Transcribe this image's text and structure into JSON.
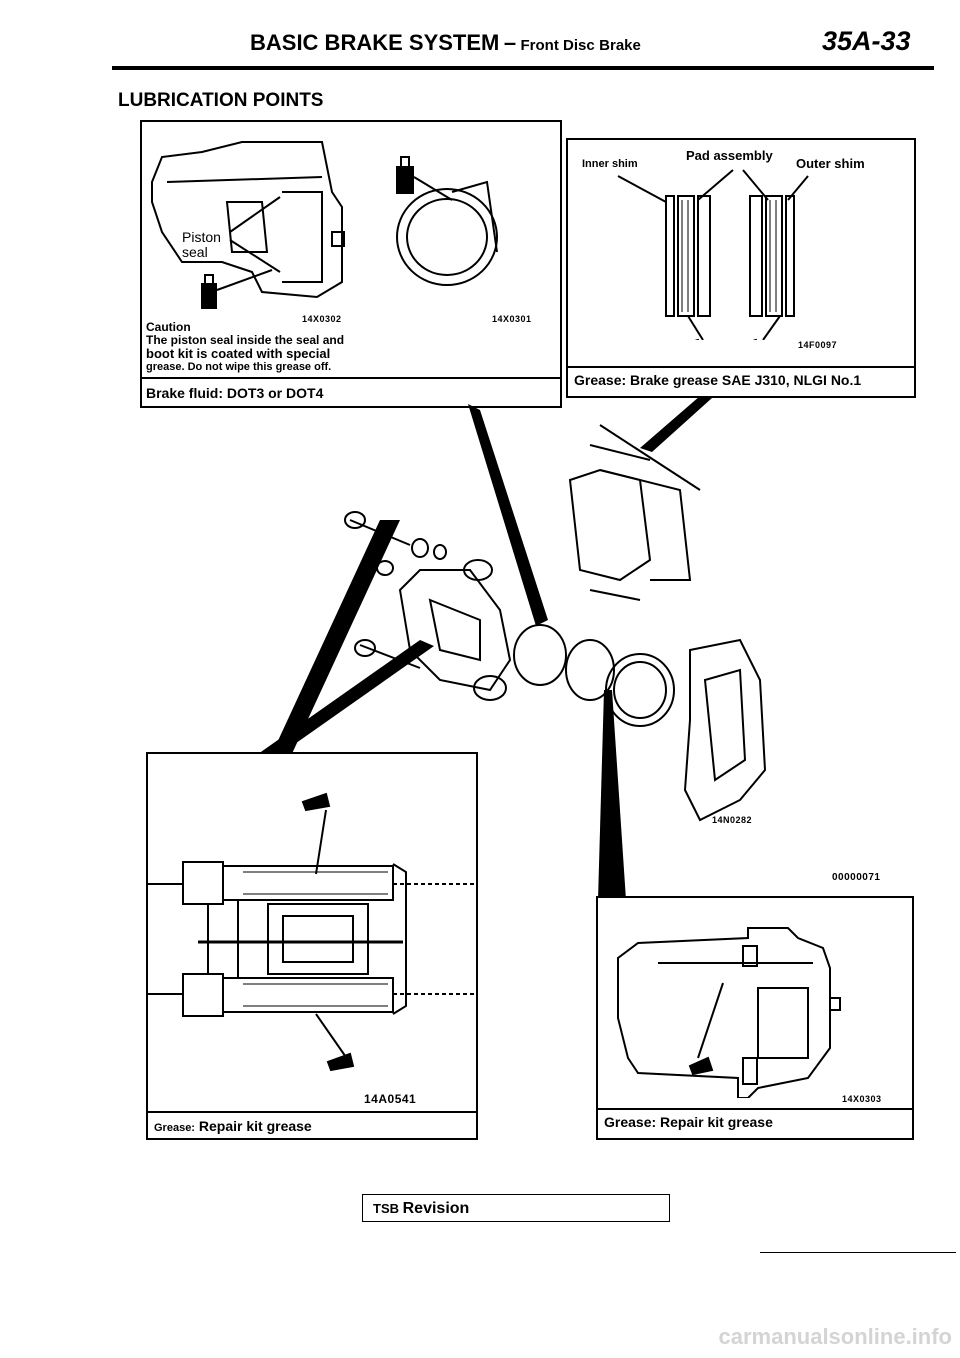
{
  "header": {
    "title": "BASIC BRAKE SYSTEM",
    "dash": "–",
    "subtitle": "Front Disc",
    "subtitle_end": "Brake",
    "page_number": "35A-33"
  },
  "section_title": "LUBRICATION POINTS",
  "panel_top_left": {
    "piston_seal_label": "Piston\nseal",
    "code_left": "14X0302",
    "code_right": "14X0301",
    "caution_title": "Caution",
    "caution_line1": "The piston seal inside the seal and",
    "caution_line2": "boot kit is coated with special",
    "caution_line3": "grease. Do not wipe this grease off.",
    "fluid_label": "Brake fluid:",
    "fluid_value": "DOT3 or DOT4"
  },
  "panel_top_right": {
    "inner_shim": "Inner shim",
    "pad_assembly": "Pad assembly",
    "outer_shim": "Outer shim",
    "code": "14F0097",
    "grease_label": "Grease:",
    "grease_value": "Brake grease SAE J310, NLGI No.1"
  },
  "center": {
    "code_assembly": "14N0282",
    "code_sheet": "00000071"
  },
  "panel_bottom_left": {
    "code": "14A0541",
    "grease_label": "Grease:",
    "grease_value": "Repair kit grease"
  },
  "panel_bottom_right": {
    "code": "14X0303",
    "grease_text": "Grease: Repair kit grease"
  },
  "footer": {
    "tsb": "TSB",
    "revision": "Revision"
  },
  "watermark": "carmanualsonline.info"
}
